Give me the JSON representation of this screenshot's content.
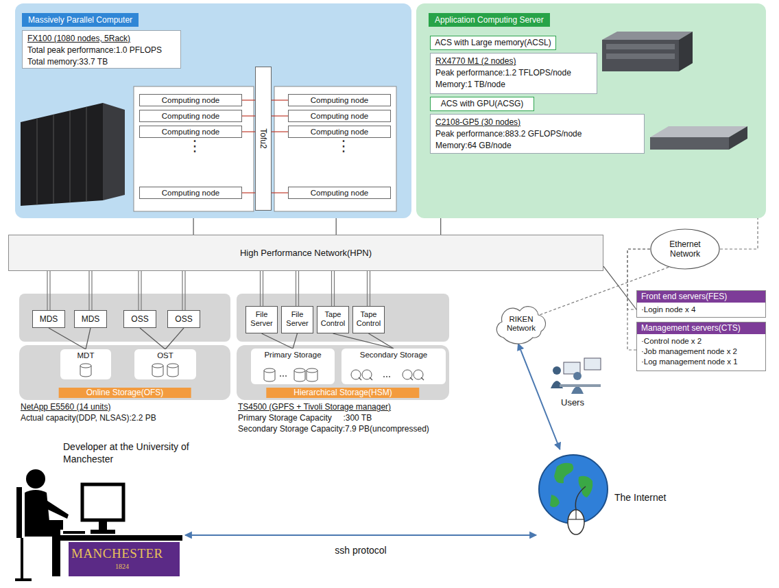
{
  "diagram": {
    "nodes": [
      {
        "text": [
          "Massively Parallel Computer"
        ]
      },
      {
        "text": [
          "FX100 (1080 nodes, 5Rack)",
          "Total peak performance:1.0 PFLOPS",
          "Total memory:33.7 TB"
        ],
        "in": 0
      },
      {
        "text": [
          "Computing node"
        ],
        "in": 0
      },
      {
        "text": [
          "Computing node"
        ],
        "in": 0
      },
      {
        "text": [
          "Computing node"
        ],
        "in": 0
      },
      {
        "text": [
          "Computing node"
        ],
        "in": 0
      },
      {
        "text": [
          "Tofu2"
        ],
        "in": 0
      },
      {
        "text": [
          "Computing node"
        ],
        "in": 0
      },
      {
        "text": [
          "Computing node"
        ],
        "in": 0
      },
      {
        "text": [
          "Computing node"
        ],
        "in": 0
      },
      {
        "text": [
          "Computing node"
        ],
        "in": 0
      },
      {
        "text": [
          "Application Computing Server"
        ]
      },
      {
        "text": [
          "ACS with Large memory(ACSL)"
        ],
        "in": 11
      },
      {
        "text": [
          "RX4770 M1 (2 nodes)",
          "Peak performance:1.2 TFLOPS/node",
          "Memory:1 TB/node"
        ],
        "in": 11
      },
      {
        "text": [
          "ACS with GPU(ACSG)"
        ],
        "in": 11
      },
      {
        "text": [
          "C2108-GP5 (30 nodes)",
          "Peak performance:883.2 GFLOPS/node",
          "Memory:64 GB/node"
        ],
        "in": 11
      },
      {
        "text": [
          "High Performance Network(HPN)"
        ]
      },
      {
        "text": [
          "Ethernet Network"
        ]
      },
      {
        "text": [
          "MDS"
        ]
      },
      {
        "text": [
          "MDS"
        ]
      },
      {
        "text": [
          "OSS"
        ]
      },
      {
        "text": [
          "OSS"
        ]
      },
      {
        "text": [
          "File Server"
        ]
      },
      {
        "text": [
          "File Server"
        ]
      },
      {
        "text": [
          "Tape Control"
        ]
      },
      {
        "text": [
          "Tape Control"
        ]
      },
      {
        "text": [
          "Front end servers(FES)",
          "·Login node x 4"
        ]
      },
      {
        "text": [
          "Management servers(CTS)",
          "·Control node x 2",
          "·Job management node x 2",
          "·Log management node x 1"
        ]
      },
      {
        "text": [
          "Online Storage(OFS)",
          "NetApp E5560 (14 units)",
          "Actual capacity(DDP, NLSAS):2.2 PB"
        ]
      },
      {
        "text": [
          "MDT"
        ],
        "in": 28
      },
      {
        "text": [
          "OST"
        ],
        "in": 28
      },
      {
        "text": [
          "Hierarchical Storage(HSM)",
          "TS4500 (GPFS + Tivoli Storage manager)",
          "Primary Storage Capacity     :300 TB",
          "Secondary Storage Capacity:7.9 PB(uncompressed)"
        ]
      },
      {
        "text": [
          "Primary Storage"
        ],
        "in": 31
      },
      {
        "text": [
          "Secondary Storage"
        ],
        "in": 31
      },
      {
        "text": [
          "RIKEN Network"
        ]
      },
      {
        "text": [
          "The Internet"
        ]
      },
      {
        "text": [
          "Developer at the University of Manchester"
        ]
      }
    ],
    "edges": [
      {
        "from": 2,
        "to": 6,
        "arrow": "none"
      },
      {
        "from": 3,
        "to": 6,
        "arrow": "none"
      },
      {
        "from": 4,
        "to": 6,
        "arrow": "none"
      },
      {
        "from": 5,
        "to": 6,
        "arrow": "none"
      },
      {
        "from": 7,
        "to": 6,
        "arrow": "none"
      },
      {
        "from": 8,
        "to": 6,
        "arrow": "none"
      },
      {
        "from": 9,
        "to": 6,
        "arrow": "none"
      },
      {
        "from": 10,
        "to": 6,
        "arrow": "none"
      },
      {
        "from": 0,
        "to": 16,
        "arrow": "none"
      },
      {
        "from": 0,
        "to": 16,
        "arrow": "none"
      },
      {
        "from": 11,
        "to": 16,
        "arrow": "none"
      },
      {
        "from": 16,
        "to": 26,
        "arrow": "none"
      },
      {
        "from": 16,
        "to": 18,
        "arrow": "none"
      },
      {
        "from": 16,
        "to": 19,
        "arrow": "none"
      },
      {
        "from": 16,
        "to": 20,
        "arrow": "none"
      },
      {
        "from": 16,
        "to": 21,
        "arrow": "none"
      },
      {
        "from": 16,
        "to": 22,
        "arrow": "none"
      },
      {
        "from": 16,
        "to": 23,
        "arrow": "none"
      },
      {
        "from": 16,
        "to": 24,
        "arrow": "none"
      },
      {
        "from": 16,
        "to": 25,
        "arrow": "none"
      },
      {
        "from": 18,
        "to": 29,
        "arrow": "none"
      },
      {
        "from": 19,
        "to": 29,
        "arrow": "none"
      },
      {
        "from": 20,
        "to": 30,
        "arrow": "none"
      },
      {
        "from": 21,
        "to": 30,
        "arrow": "none"
      },
      {
        "from": 22,
        "to": 32,
        "arrow": "none"
      },
      {
        "from": 23,
        "to": 32,
        "arrow": "none"
      },
      {
        "from": 24,
        "to": 33,
        "arrow": "none"
      },
      {
        "from": 25,
        "to": 33,
        "arrow": "none"
      },
      {
        "from": 17,
        "to": 11,
        "arrow": "none"
      },
      {
        "from": 17,
        "to": 26,
        "arrow": "none"
      },
      {
        "from": 17,
        "to": 27,
        "arrow": "none"
      },
      {
        "from": 17,
        "to": 34,
        "arrow": "none"
      },
      {
        "from": 34,
        "to": 35,
        "arrow": "both"
      },
      {
        "from": 36,
        "to": 35,
        "label": "ssh protocol",
        "arrow": "both"
      }
    ],
    "labels": [
      "⋮",
      "⋮",
      "Users",
      "MANCHESTER",
      "1824"
    ]
  }
}
